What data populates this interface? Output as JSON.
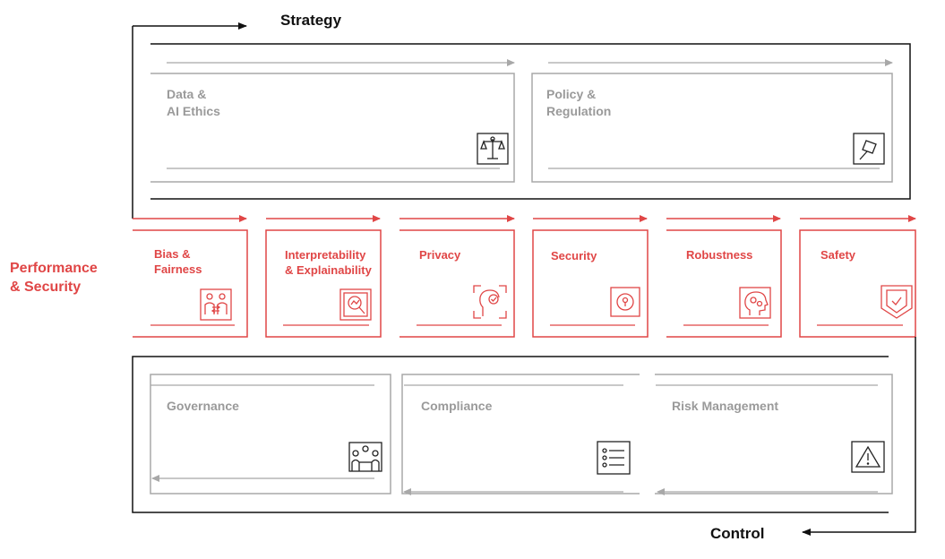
{
  "diagram": {
    "strategy_label": "Strategy",
    "control_label": "Control",
    "side_label_line1": "Performance",
    "side_label_line2": "& Security",
    "strategy_cards": [
      {
        "line1": "Data &",
        "line2": "AI Ethics",
        "icon": "scales-icon"
      },
      {
        "line1": "Policy &",
        "line2": "Regulation",
        "icon": "gavel-icon"
      }
    ],
    "performance_cards": [
      {
        "line1": "Bias &",
        "line2": "Fairness",
        "icon": "people-exchange-icon"
      },
      {
        "line1": "Interpretability",
        "line2": "& Explainability",
        "icon": "magnifier-analysis-icon"
      },
      {
        "line1": "Privacy",
        "line2": "",
        "icon": "face-scan-check-icon"
      },
      {
        "line1": "Security",
        "line2": "",
        "icon": "lock-keyhole-icon"
      },
      {
        "line1": "Robustness",
        "line2": "",
        "icon": "head-gears-icon"
      },
      {
        "line1": "Safety",
        "line2": "",
        "icon": "shield-check-icon"
      }
    ],
    "control_cards": [
      {
        "line1": "Governance",
        "icon": "meeting-group-icon"
      },
      {
        "line1": "Compliance",
        "icon": "checklist-icon"
      },
      {
        "line1": "Risk Management",
        "icon": "warning-triangle-icon"
      }
    ],
    "colors": {
      "strategy_frame": "#111111",
      "card_border": "#a8a8a8",
      "accent": "#e04646",
      "icon_stroke": "#222222"
    }
  }
}
